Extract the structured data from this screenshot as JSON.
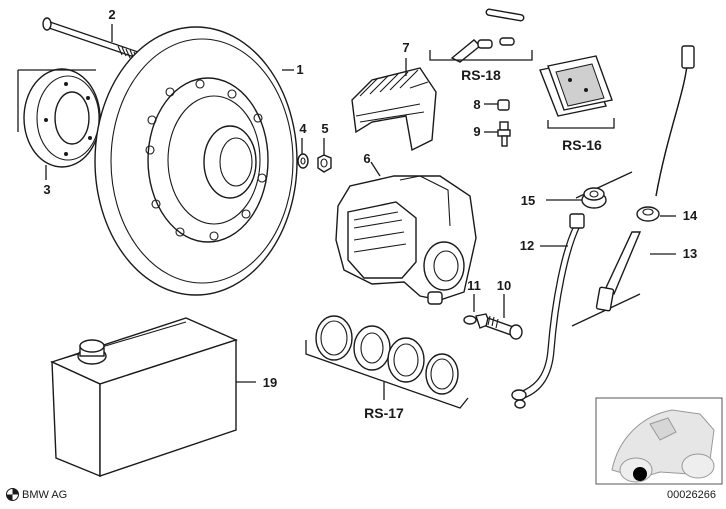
{
  "callouts": {
    "c1": "1",
    "c2": "2",
    "c3": "3",
    "c4": "4",
    "c5": "5",
    "c6": "6",
    "c7": "7",
    "c8": "8",
    "c9": "9",
    "c10": "10",
    "c11": "11",
    "c12": "12",
    "c13": "13",
    "c14": "14",
    "c15": "15",
    "c19": "19"
  },
  "kits": {
    "rs16": "RS-16",
    "rs17": "RS-17",
    "rs18": "RS-18"
  },
  "footer": {
    "brand": "BMW AG",
    "doc_number": "00026266"
  },
  "icons": {
    "brand_logo": "bmw-roundel-icon",
    "vehicle_thumbnail": "motorcycle-locator-icon"
  }
}
